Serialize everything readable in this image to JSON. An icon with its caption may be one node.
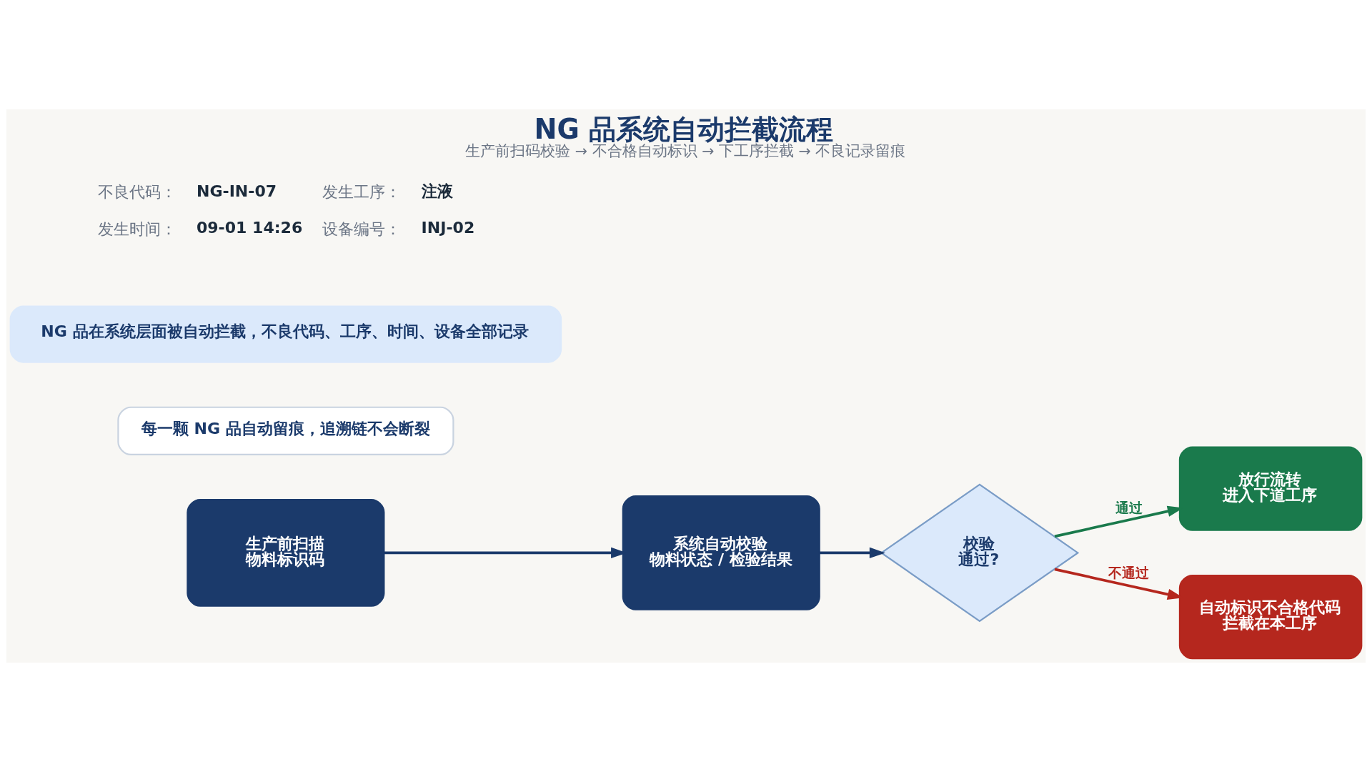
{
  "diagram": {
    "title": "NG 品系统自动拦截流程",
    "caption": "生产前扫码校验 → 不合格自动标识 → 下工序拦截 → 不良记录留痕",
    "nodes": [
      {
        "text": [
          "生产前扫描",
          "物料标识码"
        ]
      },
      {
        "text": [
          "系统自动校验",
          "物料状态 / 检验结果"
        ]
      },
      {
        "text": [
          "校验",
          "通过?"
        ]
      },
      {
        "text": [
          "放行流转",
          "进入下道工序"
        ]
      },
      {
        "text": [
          "自动标识不合格代码",
          "拦截在本工序"
        ]
      },
      {
        "text": [
          "每一颗 NG 品自动留痕，追溯链不会断裂"
        ]
      },
      {
        "text": [
          "NG 品在系统层面被自动拦截，不良代码、工序、时间、设备全部记录"
        ]
      }
    ],
    "edges": [
      {
        "from": 0,
        "to": 1,
        "arrow": "to"
      },
      {
        "from": 1,
        "to": 2,
        "arrow": "to"
      },
      {
        "from": 2,
        "to": 3,
        "arrow": "to",
        "label": "通过",
        "color": "#1a7a4c"
      },
      {
        "from": 2,
        "to": 4,
        "arrow": "to",
        "label": "不通过",
        "color": "#b5271e"
      }
    ],
    "labels": [
      "不良代码：",
      "NG-IN-07",
      "发生工序：",
      "注液",
      "发生时间：",
      "09-01 14:26",
      "设备编号：",
      "INJ-02"
    ]
  }
}
